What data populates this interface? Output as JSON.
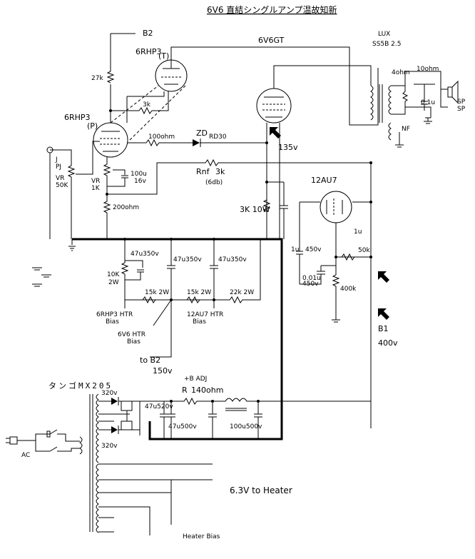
{
  "title": "6V6 直結シングルアンプ温故知新",
  "tubes": {
    "v1p": "6RHP3",
    "v1p_tag": "(P)",
    "v1t": "6RHP3",
    "v1t_tag": "(T)",
    "out": "6V6GT",
    "inv": "12AU7"
  },
  "transformer": {
    "brand": "LUX",
    "model": "SS5B 2.5",
    "imp": "4ohm",
    "load": "10ohm",
    "cap": "0.1u",
    "sp1": "SP",
    "sp2": "SP",
    "nf": "NF"
  },
  "parts": {
    "b2": "B2",
    "r27k": "27k",
    "r3k_top": "3k",
    "j1": "J",
    "j2": "PJ",
    "vr_in": "VR",
    "vr_in_val": "50K",
    "r100": "100ohm",
    "zd": "ZD",
    "zd_val": "RD30",
    "vr_k": "VR",
    "vr_k_val": "1K",
    "c100": "100u",
    "c100_v": "16v",
    "rnf": "Rnf",
    "rnf_val": "3k",
    "rnf_db": "(6db)",
    "v135": "135v",
    "r200": "200ohm",
    "r3k10w": "3K 10W",
    "c1u_r": "1u",
    "c1u_l": "1u",
    "v450": "450v",
    "r50k": "50k",
    "c001": "0.01u",
    "c001_v": "450v",
    "r400k": "400k",
    "b1": "B1",
    "b1_v": "400v"
  },
  "supply": {
    "c47a": "47u350v",
    "r10k": "10K",
    "r10k_w": "2W",
    "c47b": "47u350v",
    "c47c": "47u350v",
    "r15ka": "15k 2W",
    "r15kb": "15k 2W",
    "r22k": "22k 2W",
    "b_rhp": "6RHP3 HTR",
    "b_rhp2": "Bias",
    "b_v6": "6V6 HTR",
    "b_v62": "Bias",
    "b_au": "12AU7 HTR",
    "b_au2": "Bias",
    "to_b2": "to B2",
    "to_b2_v": "150v",
    "tango": "タンゴMX205",
    "v320a": "320v",
    "v320b": "320v",
    "c47u520": "47u520v",
    "badj": "+B ADJ",
    "r_label": "R",
    "r140": "140ohm",
    "c47u500": "47u500v",
    "c100u500": "100u500v",
    "ac": "AC",
    "heater": "6.3V to Heater",
    "heater_bias": "Heater Bias"
  }
}
